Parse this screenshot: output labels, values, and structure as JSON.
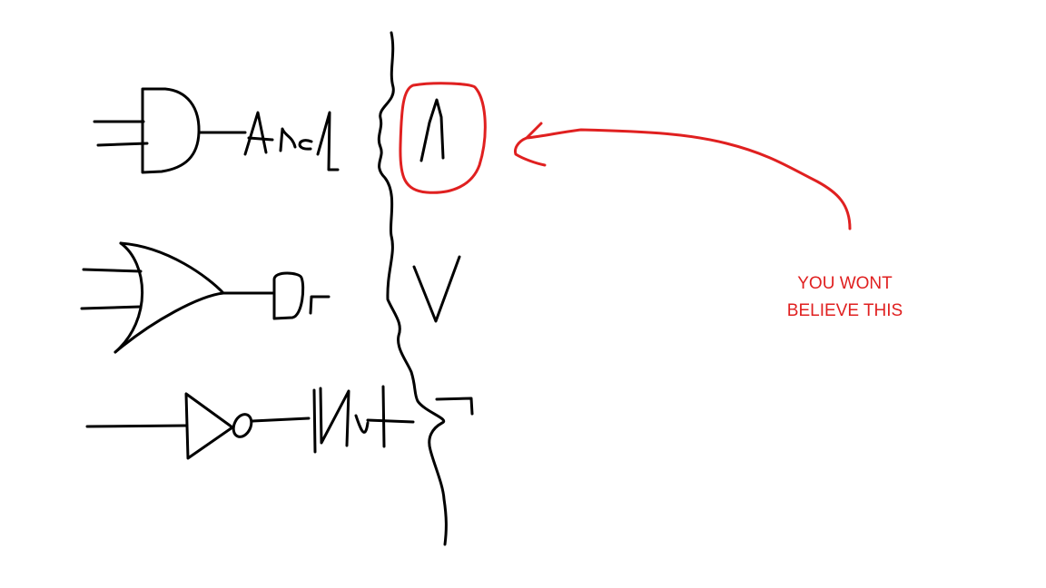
{
  "colors": {
    "ink": "#000000",
    "highlight": "#e02020",
    "background": "#ffffff"
  },
  "gates": [
    {
      "type": "and",
      "label": "And",
      "symbol": "∧"
    },
    {
      "type": "or",
      "label": "Or",
      "symbol": "∨"
    },
    {
      "type": "not",
      "label": "Not",
      "symbol": "¬"
    }
  ],
  "annotation": {
    "line1": "YOU WONT",
    "line2": "BELIEVE THIS",
    "target_symbol": "∧"
  }
}
